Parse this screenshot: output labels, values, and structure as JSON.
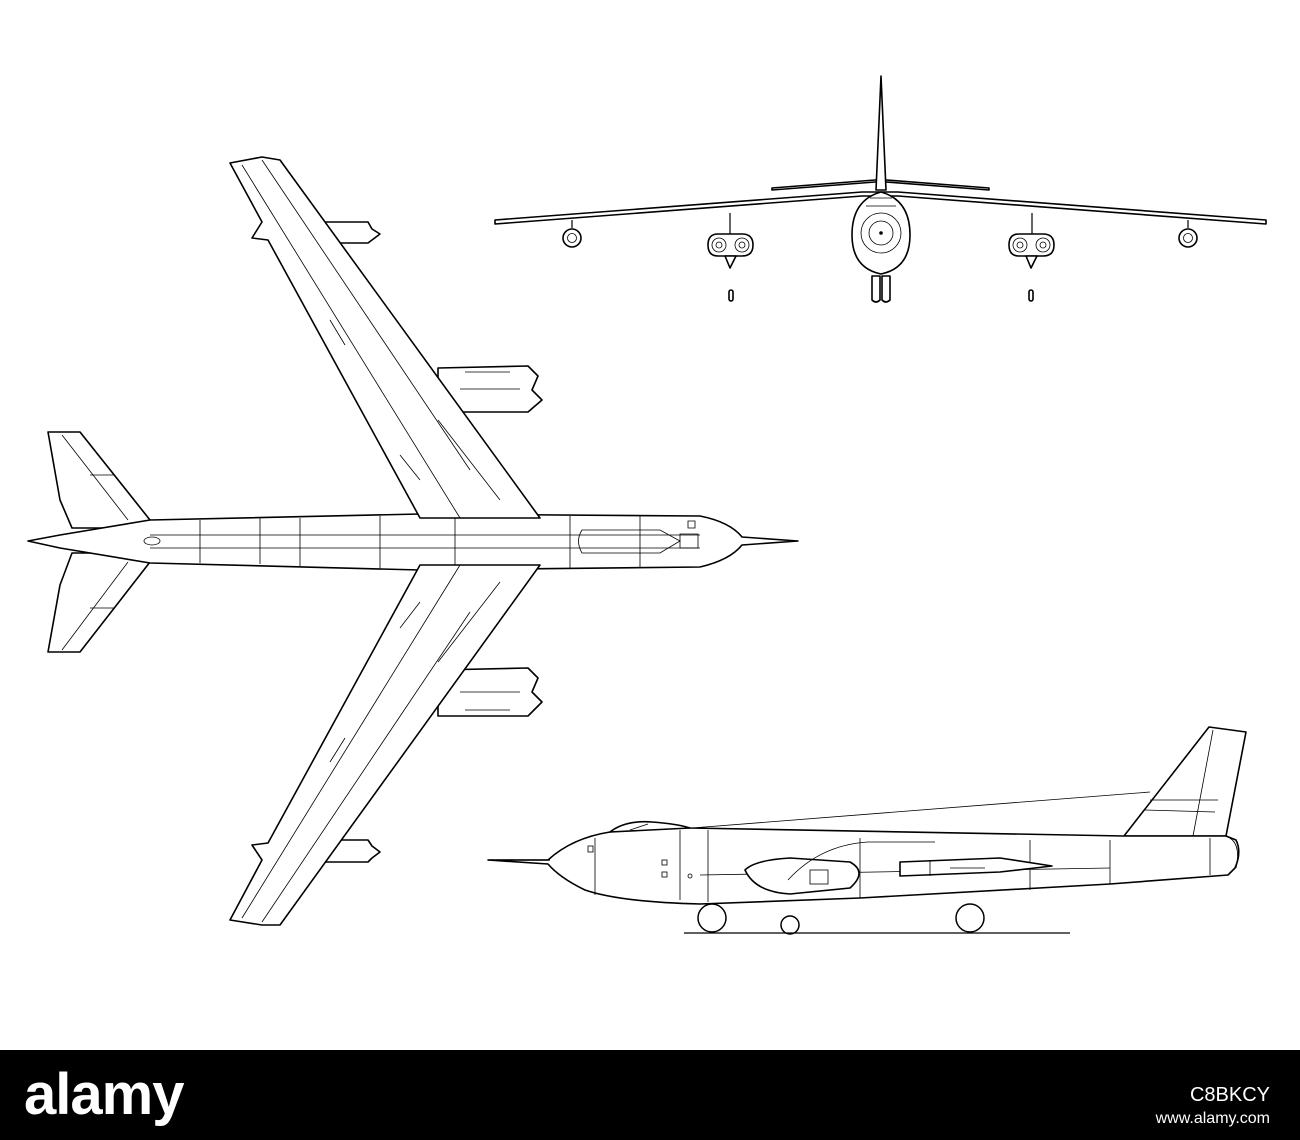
{
  "watermark": {
    "logo_text": "alamy",
    "image_id": "C8BKCY",
    "url": "www.alamy.com"
  },
  "colors": {
    "line": "#000000",
    "background": "#ffffff",
    "footer_background": "#000000",
    "footer_text": "#ffffff"
  }
}
